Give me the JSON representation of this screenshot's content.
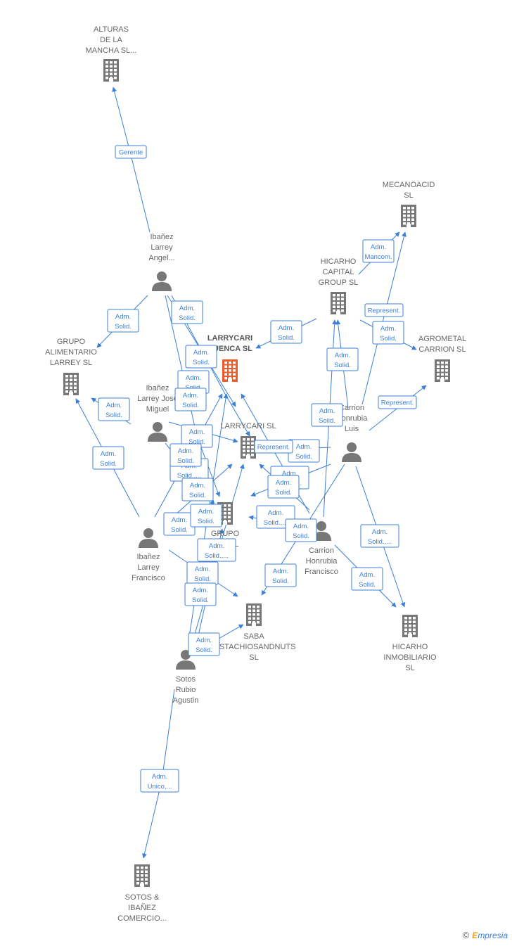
{
  "colors": {
    "edge": "#3b7fd6",
    "company": "#777777",
    "main_company": "#f05a28",
    "person": "#777777"
  },
  "nodes": [
    {
      "id": "alturas",
      "type": "company",
      "label": [
        "ALTURAS",
        "DE LA",
        "MANCHA SL..."
      ]
    },
    {
      "id": "mecanoacid",
      "type": "company",
      "label": [
        "MECANOACID",
        "SL"
      ]
    },
    {
      "id": "hicarho_capital",
      "type": "company",
      "label": [
        "HICARHO",
        "CAPITAL",
        "GROUP  SL"
      ]
    },
    {
      "id": "agrometal",
      "type": "company",
      "label": [
        "AGROMETAL",
        "CARRION SL"
      ]
    },
    {
      "id": "larrycari_cuenca",
      "type": "company",
      "main": true,
      "label": [
        "LARRYCARI",
        "CUENCA  SL"
      ]
    },
    {
      "id": "grupo_alimentario",
      "type": "company",
      "label": [
        "GRUPO",
        "ALIMENTARIO",
        "LARREY SL"
      ]
    },
    {
      "id": "larrycari_sl",
      "type": "company",
      "label": [
        "LARRYCARI SL"
      ]
    },
    {
      "id": "grupo_v",
      "type": "company",
      "label": [
        "GRUPO",
        "V...S  SL"
      ]
    },
    {
      "id": "saba",
      "type": "company",
      "label": [
        "SABA",
        "PISTACHIOSANDNUTS",
        "SL"
      ]
    },
    {
      "id": "hicarho_inmob",
      "type": "company",
      "label": [
        "HICARHO",
        "INMOBILIARIO",
        "SL"
      ]
    },
    {
      "id": "sotos_ibanez",
      "type": "company",
      "label": [
        "SOTOS &",
        "IBAÑEZ",
        "COMERCIO..."
      ]
    },
    {
      "id": "ibanez_angel",
      "type": "person",
      "label": [
        "Ibañez",
        "Larrey",
        "Angel..."
      ]
    },
    {
      "id": "ibanez_jose",
      "type": "person",
      "label": [
        "Ibañez",
        "Larrey Jose",
        "Miguel"
      ]
    },
    {
      "id": "ibanez_francisco",
      "type": "person",
      "label": [
        "Ibañez",
        "Larrey",
        "Francisco"
      ]
    },
    {
      "id": "carrion_luis",
      "type": "person",
      "label": [
        "Carrion",
        "Honrubia",
        "Luis"
      ]
    },
    {
      "id": "carrion_francisco",
      "type": "person",
      "label": [
        "Carrion",
        "Honrubia",
        "Francisco"
      ]
    },
    {
      "id": "sotos",
      "type": "person",
      "label": [
        "Sotos",
        "Rubio",
        "Agustin"
      ]
    }
  ],
  "relations": [
    [
      "Gerente"
    ],
    [
      "Adm.",
      "Solid."
    ],
    [
      "Adm.",
      "Solid."
    ],
    [
      "Adm.",
      "Solid."
    ],
    [
      "Adm.",
      "Solid."
    ],
    [
      "Adm.",
      "Solid."
    ],
    [
      "Adm.",
      "Mancom."
    ],
    [
      "Represent."
    ],
    [
      "Adm.",
      "Solid."
    ],
    [
      "Adm.",
      "Solid."
    ],
    [
      "Adm.",
      "Solid."
    ],
    [
      "Adm.",
      "Solid."
    ],
    [
      "Represent."
    ],
    [
      "Adm.",
      "Solid."
    ],
    [
      "Adm.",
      "Solid."
    ],
    [
      "Adm.",
      "Solid."
    ],
    [
      "Adm.",
      "Solid.,..."
    ],
    [
      "Adm.",
      "Solid."
    ],
    [
      "Represent."
    ],
    [
      "Adm.",
      "Solid."
    ],
    [
      "Adm.",
      "Solid.,..."
    ],
    [
      "Adm.",
      "Solid."
    ],
    [
      "Adm.",
      "Solid.,..."
    ],
    [
      "Adm.",
      "Solid."
    ],
    [
      "Adm.",
      "Solid."
    ],
    [
      "Adm.",
      "Solid."
    ],
    [
      "Adm.",
      "Solid.,..."
    ],
    [
      "Adm.",
      "Solid."
    ],
    [
      "Adm.",
      "Solid."
    ],
    [
      "Adm.",
      "Solid."
    ],
    [
      "Adm.",
      "Solid."
    ],
    [
      "Adm.",
      "Solid.,..."
    ],
    [
      "Adm.",
      "Solid."
    ],
    [
      "Adm.",
      "Solid."
    ],
    [
      "Adm.",
      "Unico,..."
    ]
  ],
  "credit": {
    "symbol": "©",
    "brand_initial": "E",
    "brand_rest": "mpresia"
  }
}
